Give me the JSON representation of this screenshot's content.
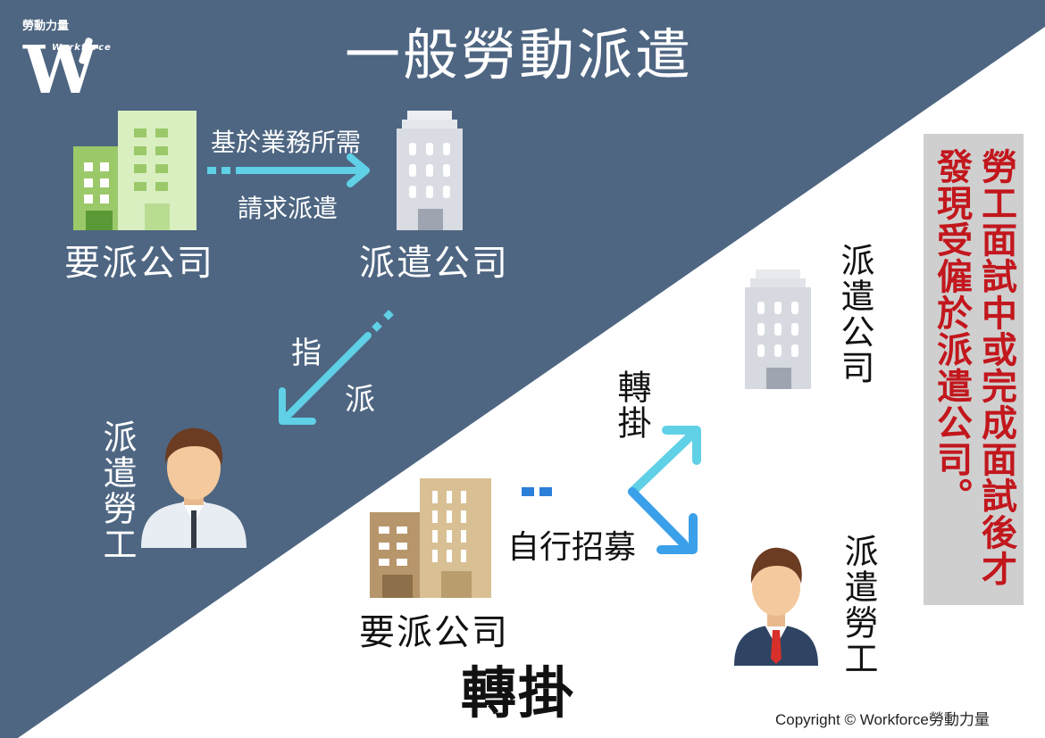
{
  "logo": {
    "title": "勞動力量",
    "subtitle": "Workforce"
  },
  "top_section": {
    "title": "一般勞動派遣",
    "requesting_company": "要派公司",
    "arrow_label_top": "基於業務所需",
    "arrow_label_bottom": "請求派遣",
    "dispatch_company": "派遣公司",
    "assign_char_1": "指",
    "assign_char_2": "派",
    "dispatched_worker": "派遣勞工"
  },
  "bottom_section": {
    "title": "轉掛",
    "requesting_company": "要派公司",
    "self_recruit": "自行招募",
    "transfer_small": "轉掛",
    "dispatch_company": "派遣公司",
    "dispatched_worker": "派遣勞工"
  },
  "note": {
    "text": "勞工面試中或完成面試後才發現受僱於派遣公司。"
  },
  "copyright": "Copyright © Workforce勞動力量",
  "colors": {
    "dark_panel": "#4e6682",
    "arrow_cyan": "#5fd0e6",
    "arrow_blue": "#2c7fd8",
    "note_red": "#c2171d",
    "note_bg": "#cfcfcf"
  }
}
